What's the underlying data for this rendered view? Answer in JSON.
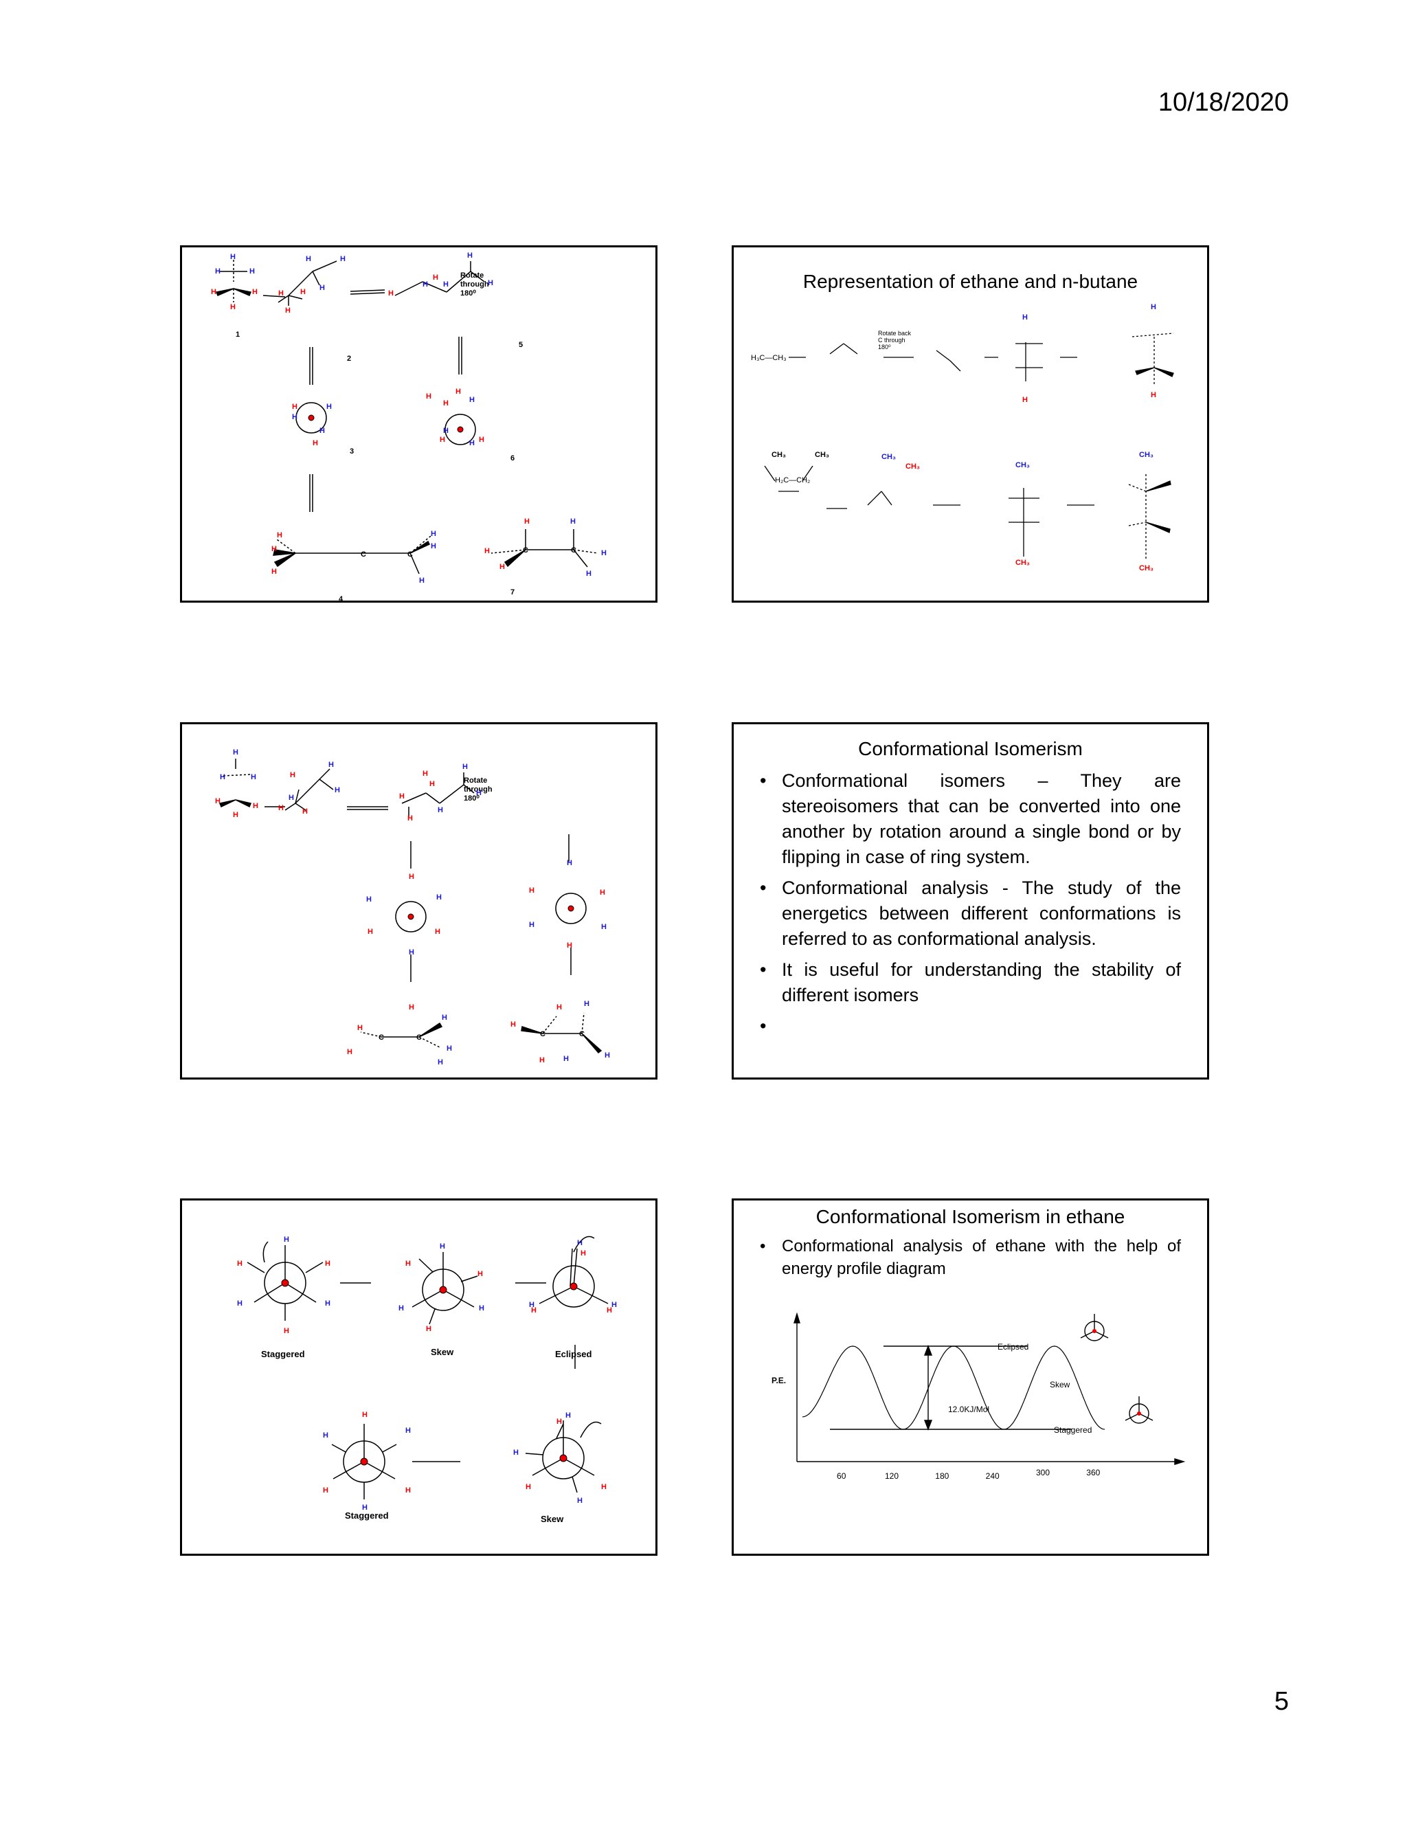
{
  "page": {
    "date": "10/18/2020",
    "number": "5"
  },
  "slides": {
    "s1": {
      "rotate_label": [
        "Rotate",
        "through",
        "180⁰"
      ],
      "structure_numbers": [
        "1",
        "2",
        "3",
        "4",
        "5",
        "6",
        "7"
      ],
      "atom_h": "H",
      "atom_c": "C"
    },
    "s2": {
      "title": "Representation of ethane and n-butane",
      "rotate_back_label": [
        "Rotate back",
        "C through",
        "180⁰"
      ],
      "ethane_formula": "H₃C—CH₃",
      "butane_formula": "H₂C—CH₂",
      "ch3": "CH₃",
      "atom_h": "H"
    },
    "s3": {
      "rotate_label": [
        "Rotate",
        "through",
        "180⁰"
      ],
      "atom_h": "H",
      "atom_c": "C"
    },
    "s4": {
      "title": "Conformational Isomerism",
      "bullets": [
        "Conformational isomers – They are stereoisomers that can be converted into one another by rotation around a single bond or by flipping in case of ring system.",
        "Conformational analysis - The study of the energetics between different conformations is referred to as conformational analysis.",
        " It is useful for understanding the stability of different isomers",
        ""
      ]
    },
    "s5": {
      "labels": [
        "Staggered",
        "Skew",
        "Eclipsed",
        "Staggered",
        "Skew"
      ],
      "atom_h": "H"
    },
    "s6": {
      "title": "Conformational Isomerism in ethane",
      "bullets": [
        "Conformational analysis of ethane with the help of energy profile diagram"
      ],
      "chart_data": {
        "type": "line",
        "title": "",
        "ylabel": "P.E.",
        "xlabel": "",
        "x_ticks": [
          "60",
          "120",
          "180",
          "240",
          "300",
          "360"
        ],
        "annotations": [
          "Eclipsed",
          "Skew",
          "12.0KJ/Mol",
          "Staggered"
        ],
        "series": [
          {
            "x": [
              0,
              60,
              120,
              180,
              240,
              300,
              360
            ],
            "y": [
              0.15,
              1.0,
              0.0,
              1.0,
              0.0,
              1.0,
              0.0
            ]
          }
        ],
        "grid": false
      }
    }
  }
}
